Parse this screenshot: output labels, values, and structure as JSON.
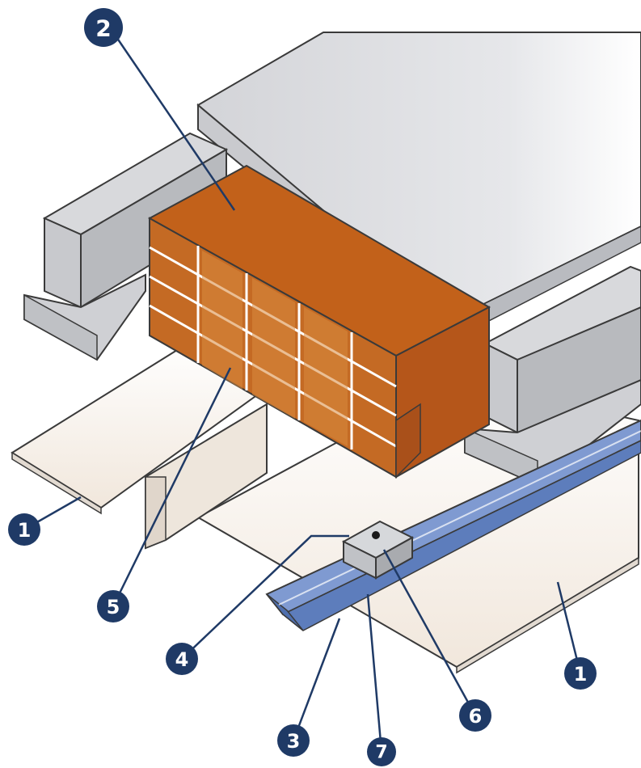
{
  "callouts": [
    {
      "id": "c1a",
      "label": "1"
    },
    {
      "id": "c1b",
      "label": "1"
    },
    {
      "id": "c2",
      "label": "2"
    },
    {
      "id": "c3",
      "label": "3"
    },
    {
      "id": "c4",
      "label": "4"
    },
    {
      "id": "c5",
      "label": "5"
    },
    {
      "id": "c6",
      "label": "6"
    },
    {
      "id": "c7",
      "label": "7"
    }
  ],
  "colors": {
    "concrete_top": "#d6d7da",
    "concrete_side": "#c4c6ca",
    "concrete_dark": "#a9acb1",
    "brick_top": "#c2611a",
    "brick_front": "#b8581a",
    "brick_inner": "#d98a3e",
    "rail": "#6f8fc9",
    "rail_dark": "#4f6fae",
    "board": "#f3ece4",
    "callout_fill": "#1f3a66",
    "leader": "#1f3a66",
    "outline": "#2a2a2a"
  }
}
